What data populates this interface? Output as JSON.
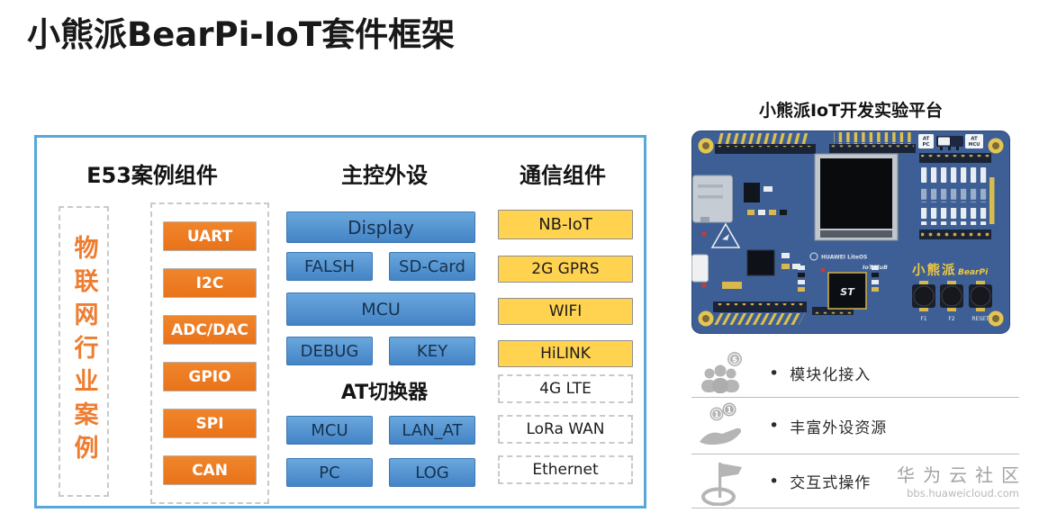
{
  "page_title": "小熊派BearPi-IoT套件框架",
  "framework": {
    "e53": {
      "header": "E53案例组件",
      "vertical_label": "物联网行业案例",
      "modules": [
        "UART",
        "I2C",
        "ADC/DAC",
        "GPIO",
        "SPI",
        "CAN"
      ]
    },
    "peripherals": {
      "header": "主控外设",
      "display": "Display",
      "falsh": "FALSH",
      "sd_card": "SD-Card",
      "mcu": "MCU",
      "debug": "DEBUG",
      "key": "KEY"
    },
    "at_switch": {
      "header": "AT切换器",
      "mcu": "MCU",
      "lan_at": "LAN_AT",
      "pc": "PC",
      "log": "LOG"
    },
    "comm": {
      "header": "通信组件",
      "modules": [
        "NB-IoT",
        "2G GPRS",
        "WIFI",
        "HiLINK"
      ],
      "optional": [
        "4G LTE",
        "LoRa WAN",
        "Ethernet"
      ]
    }
  },
  "platform": {
    "title": "小熊派IoT开发实验平台",
    "board": {
      "at_pc_l1": "AT",
      "at_pc_l2": "PC",
      "at_mcu_l1": "AT",
      "at_mcu_l2": "MCU",
      "os_name": "HUAWEI LiteOS",
      "club": "IoTCluB",
      "brand_cn": "小熊派",
      "brand_en": "BearPi",
      "chip_logo": "ST",
      "btn_f1": "F1",
      "btn_f2": "F2",
      "btn_reset": "RESET"
    }
  },
  "features": [
    {
      "icon": "users-coin-icon",
      "label": "模块化接入"
    },
    {
      "icon": "hand-coins-icon",
      "label": "丰富外设资源"
    },
    {
      "icon": "flag-icon",
      "label": "交互式操作"
    }
  ],
  "bullet": "•",
  "icon_glyphs": {
    "dollar": "$",
    "one": "1"
  },
  "watermark": {
    "name": "华为云社区",
    "url": "bbs.huaweicloud.com"
  },
  "colors": {
    "accent_orange": "#ED7D31",
    "accent_blue": "#5B9BD5",
    "accent_yellow": "#FFD24F",
    "frame_border": "#55A8D8",
    "pcb_blue": "#3E5F95",
    "icon_gray": "#B5B5B5"
  }
}
